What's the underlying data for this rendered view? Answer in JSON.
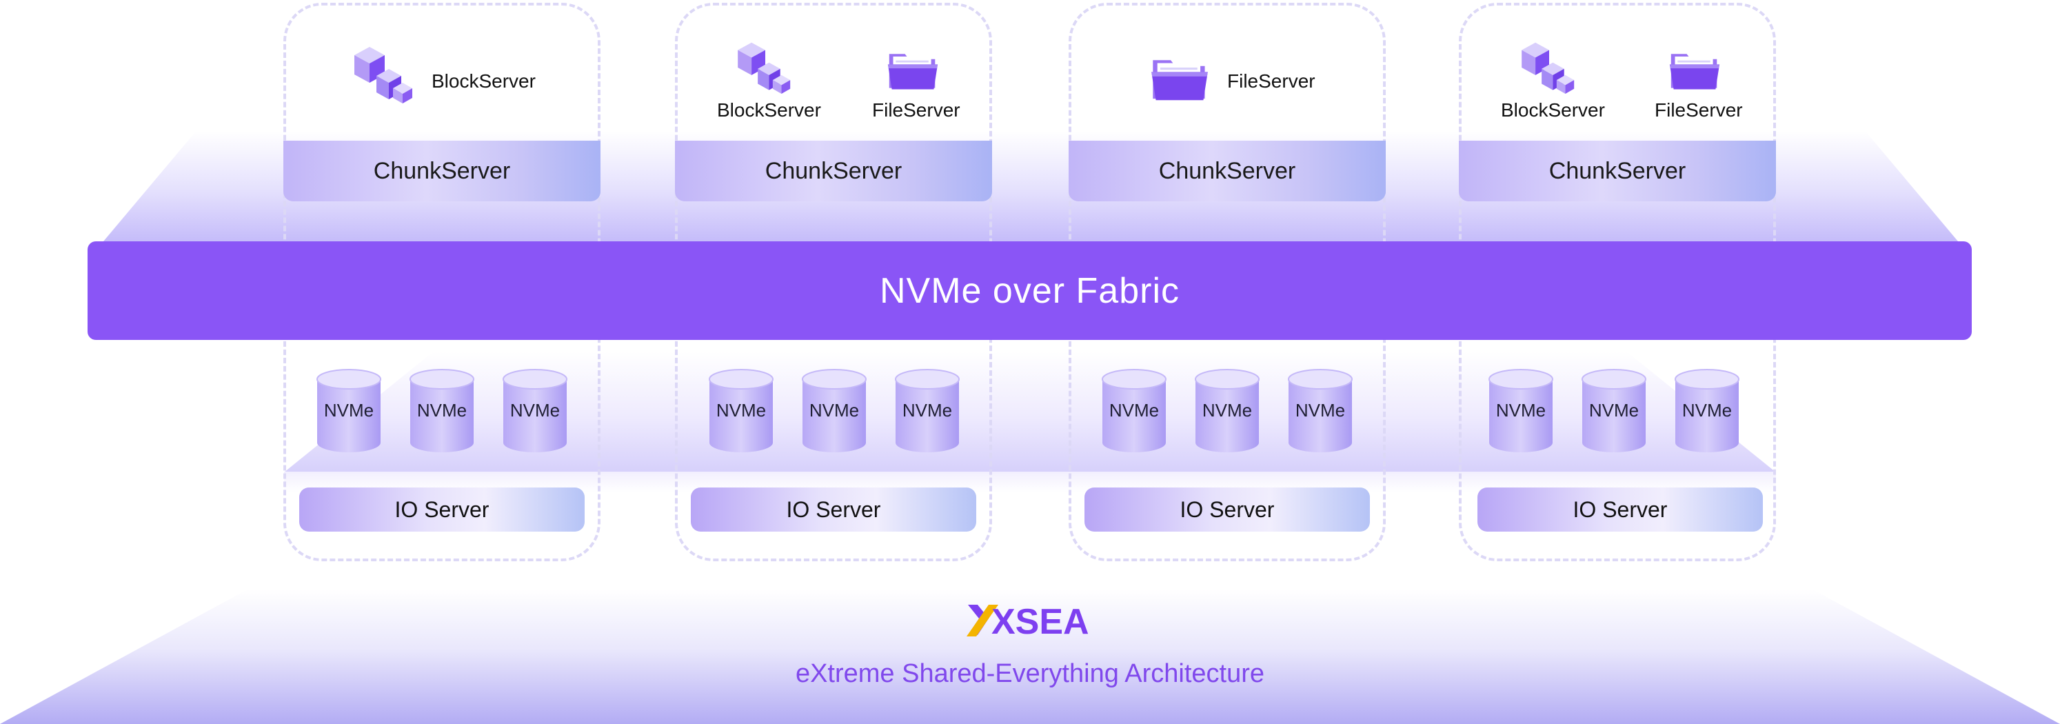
{
  "fabric": {
    "label": "NVMe over Fabric"
  },
  "nodes": [
    {
      "services": [
        "BlockServer"
      ],
      "chunk": "ChunkServer",
      "disks": [
        "NVMe",
        "NVMe",
        "NVMe"
      ],
      "io": "IO Server"
    },
    {
      "services": [
        "BlockServer",
        "FileServer"
      ],
      "chunk": "ChunkServer",
      "disks": [
        "NVMe",
        "NVMe",
        "NVMe"
      ],
      "io": "IO Server"
    },
    {
      "services": [
        "FileServer"
      ],
      "chunk": "ChunkServer",
      "disks": [
        "NVMe",
        "NVMe",
        "NVMe"
      ],
      "io": "IO Server"
    },
    {
      "services": [
        "BlockServer",
        "FileServer"
      ],
      "chunk": "ChunkServer",
      "disks": [
        "NVMe",
        "NVMe",
        "NVMe"
      ],
      "io": "IO Server"
    }
  ],
  "icons": {
    "block": "cube-stack-icon",
    "file": "folder-icon",
    "disk": "database-cylinder-icon"
  },
  "brand": {
    "logo_text": "XSEA",
    "tagline": "eXtreme Shared-Everything Architecture",
    "colors": {
      "accent": "#8a55f6",
      "logo_x": "#f4b400",
      "logo_text": "#7d3ff0",
      "tagline": "#8048ec"
    }
  }
}
